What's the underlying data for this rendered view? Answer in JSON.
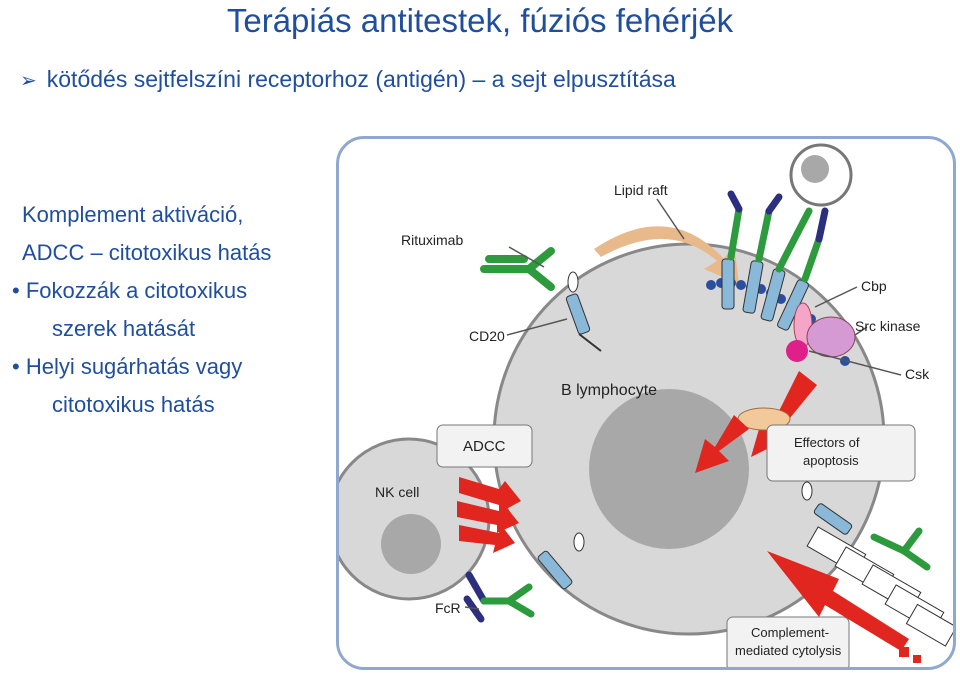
{
  "title": "Terápiás antitestek, fúziós fehérjék",
  "bullet": "kötődés sejtfelszíni receptorhoz (antigén) – a sejt elpusztítása",
  "left_lines": [
    "Komplement aktiváció,",
    "ADCC – citotoxikus hatás",
    "• Fokozzák a citotoxikus",
    "szerek hatását",
    "• Helyi sugárhatás vagy",
    "citotoxikus hatás"
  ],
  "diagram": {
    "lipid_raft": "Lipid raft",
    "rituximab": "Rituximab",
    "cd20": "CD20",
    "cbp": "Cbp",
    "src_kinase": "Src kinase",
    "csk": "Csk",
    "b_lymphocyte": "B lymphocyte",
    "adcc": "ADCC",
    "effectors_1": "Effectors of",
    "effectors_2": "apoptosis",
    "nk_cell": "NK cell",
    "fcr": "FcR",
    "complement_1": "Complement-",
    "complement_2": "mediated cytolysis"
  },
  "colors": {
    "heading": "#1f4e9e",
    "panel_border": "#8fa8d0",
    "antibody_green": "#2e9a3e",
    "receptor_blue": "#8ab8d8",
    "fcr_navy": "#2b2f7e",
    "arrow_red": "#e0261e",
    "raft_arrow": "#e8b98a",
    "cbp_pink": "#f4a5c8",
    "src_purple": "#d59ad4",
    "csk_magenta": "#e0208a",
    "cell_grey": "#d8d8d8",
    "nucleus_grey": "#a8a8a8"
  }
}
